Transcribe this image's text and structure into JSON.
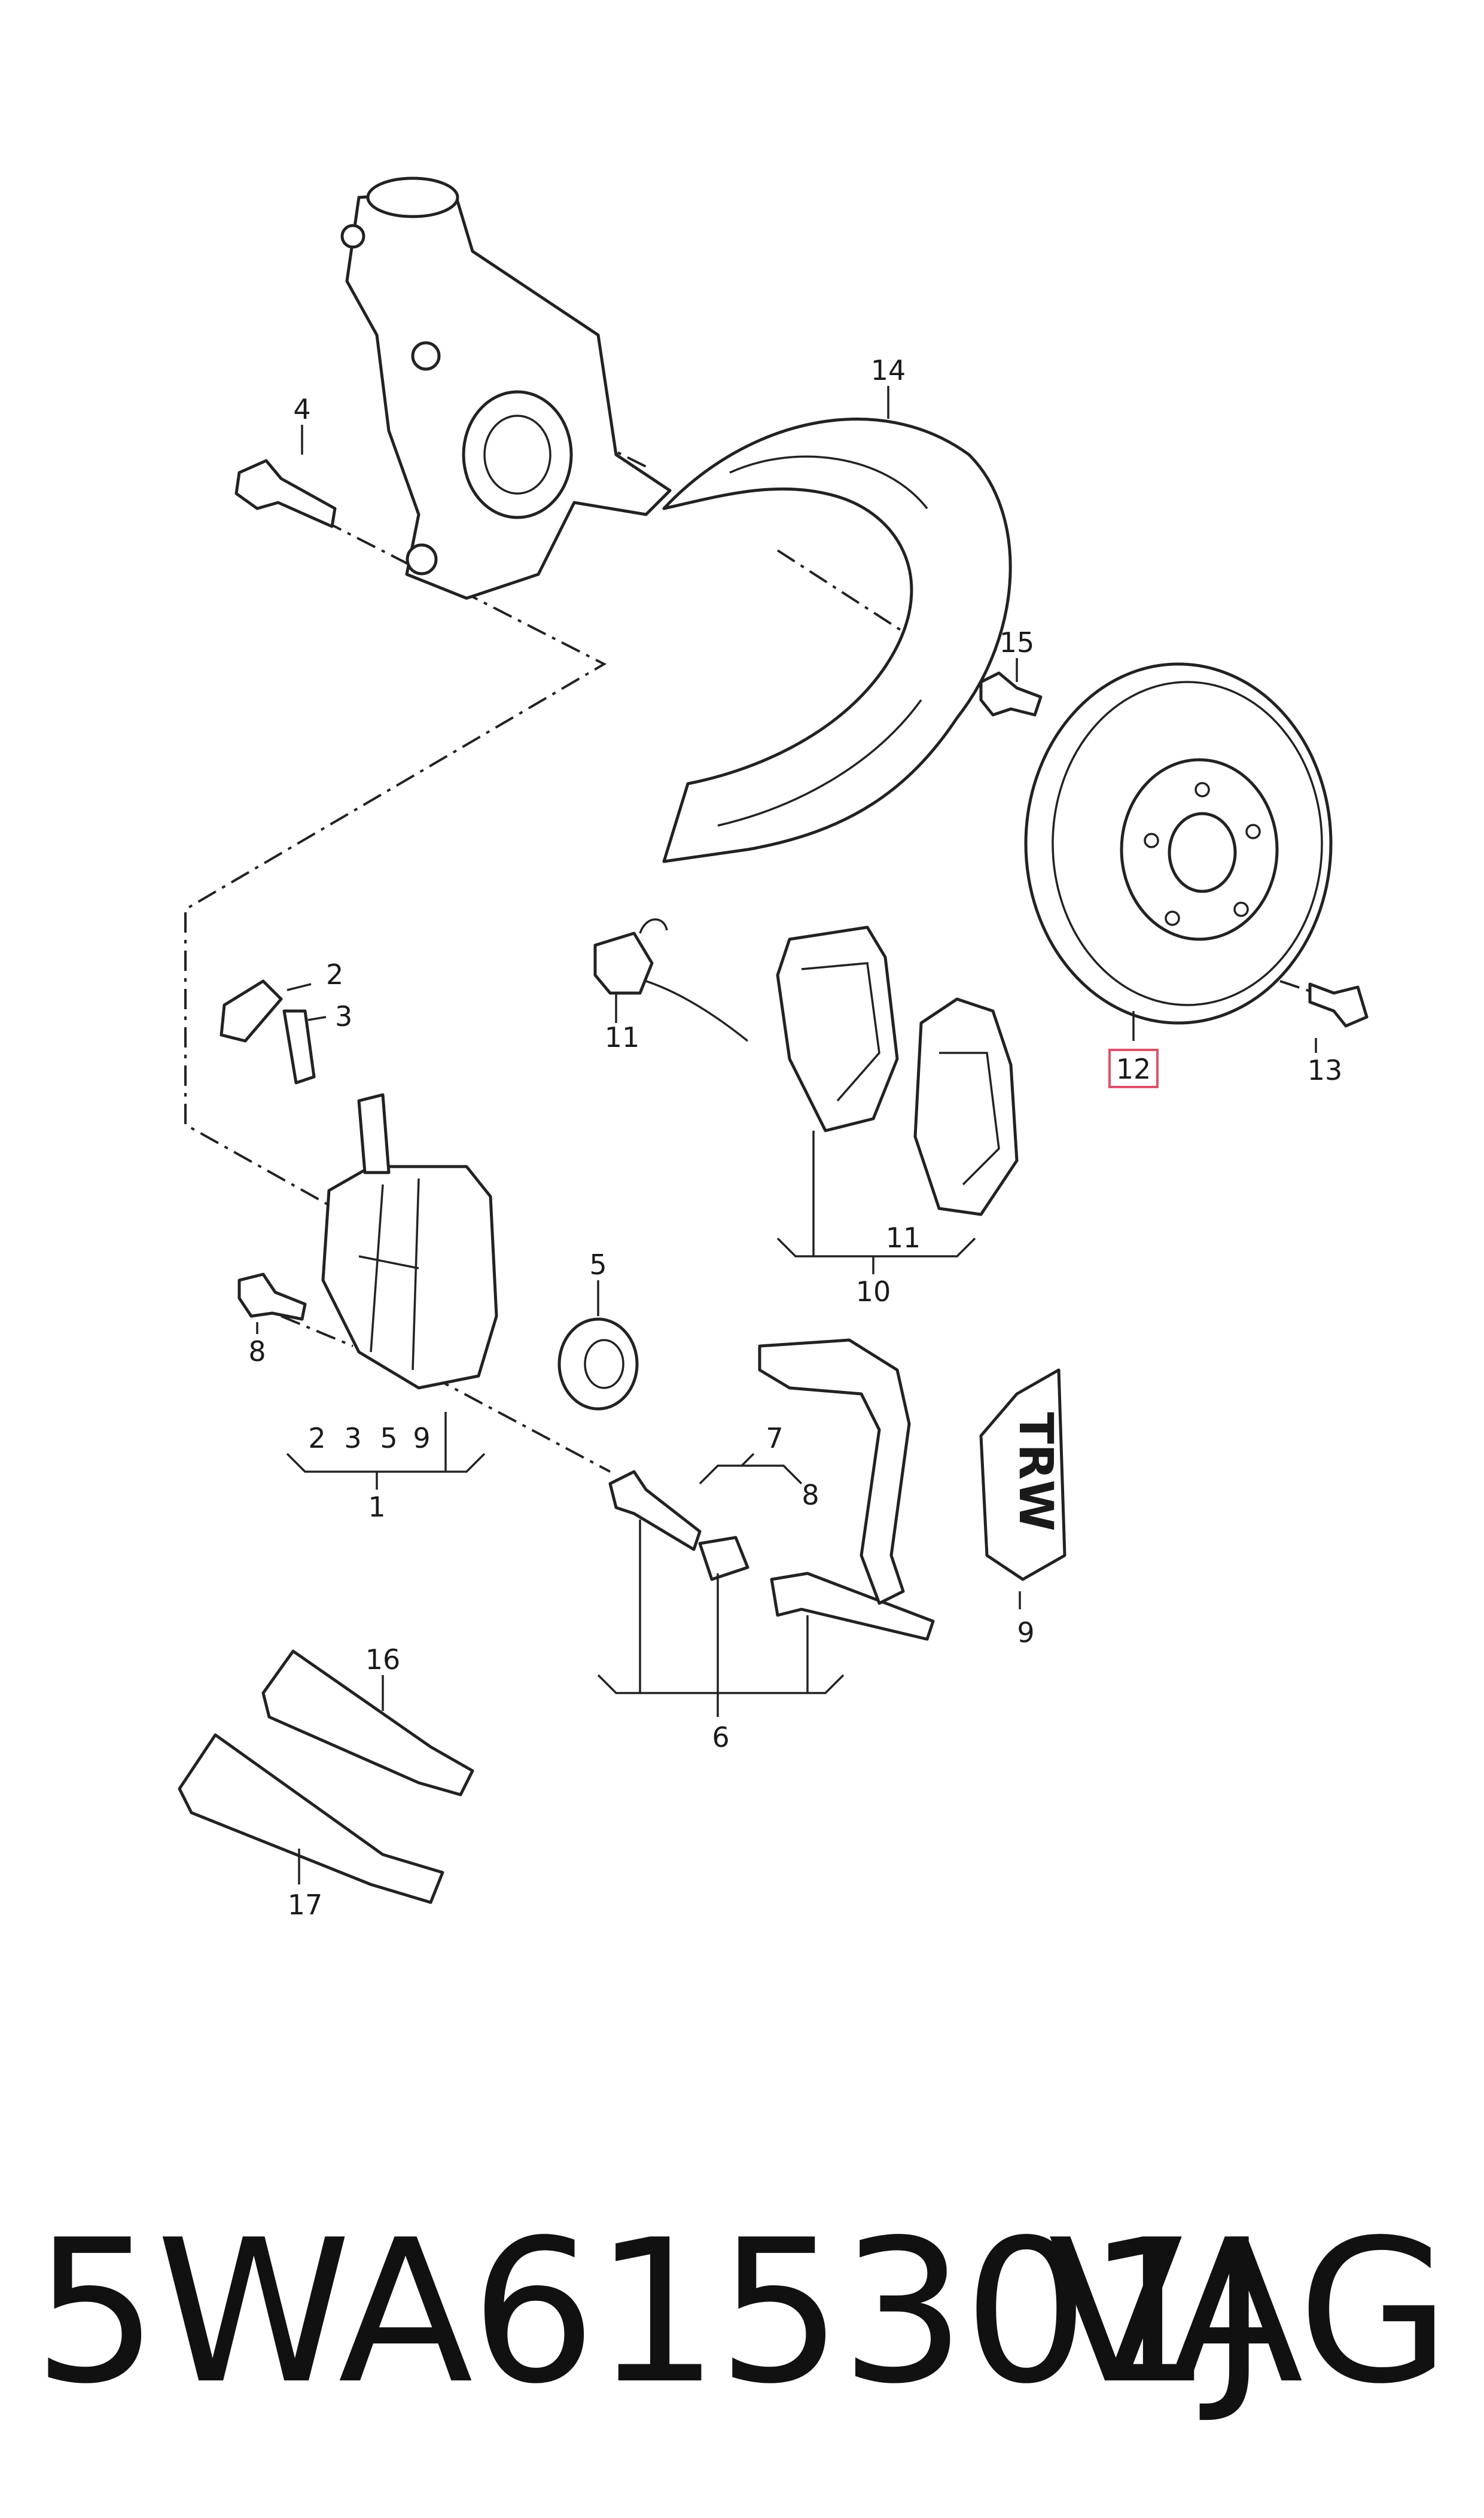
{
  "callouts": {
    "c1": "1",
    "c2": "2",
    "c3": "3",
    "c4": "4",
    "c5": "5",
    "c6": "6",
    "c7": "7",
    "c8": "8",
    "c9": "9",
    "c10": "10",
    "c11a": "11",
    "c11b": "11",
    "c12": "12",
    "c13": "13",
    "c14": "14",
    "c15": "15",
    "c16": "16",
    "c17": "17",
    "g1_2": "2",
    "g1_3": "3",
    "g1_5": "5",
    "g1_9": "9",
    "g7_8": "8"
  },
  "highlight_color": "#e0506a",
  "logo_text": "TRW",
  "footer": {
    "part_number": "5WA615301J",
    "brand": "VAG"
  }
}
